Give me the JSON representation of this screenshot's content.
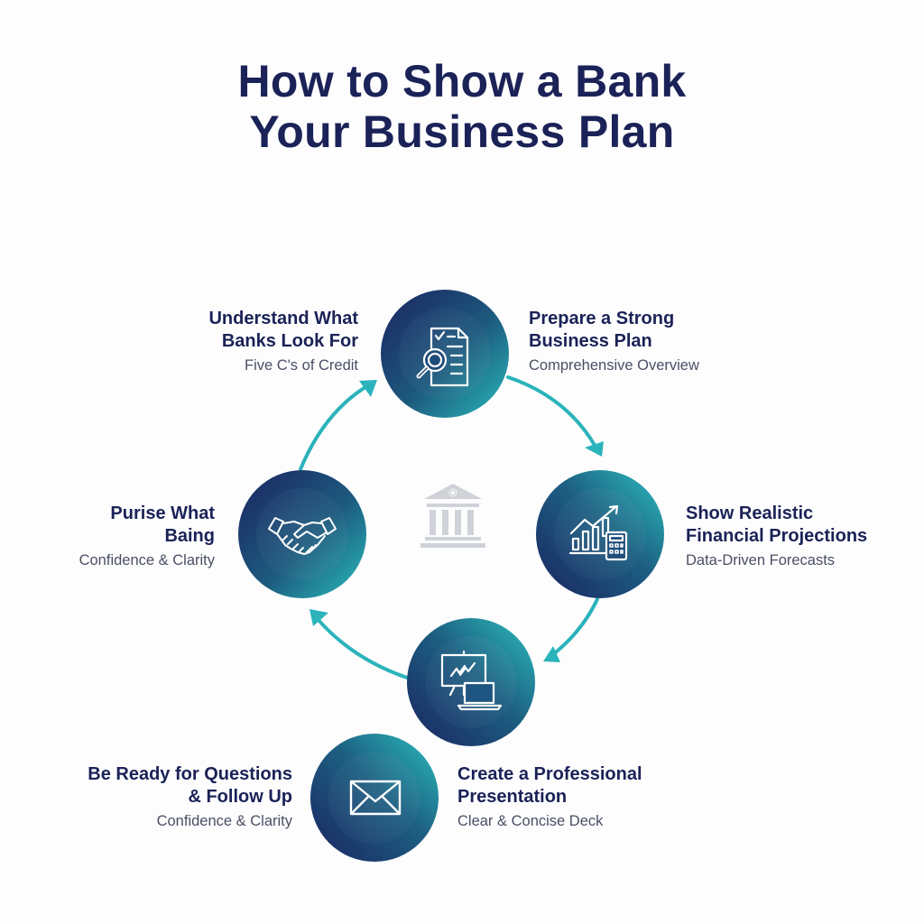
{
  "title": {
    "line1": "How to Show a Bank",
    "line2": "Your Business Plan"
  },
  "colors": {
    "title": "#1a2257",
    "heading": "#1a2257",
    "subtitle": "#4a4f63",
    "arrow": "#2bb3bb",
    "circle_dark": "#1b2a63",
    "circle_teal": "#27b7bb",
    "center_icon": "#c9cdd3"
  },
  "center_icon": "bank-building-icon",
  "steps": [
    {
      "heading_line1": "Understand What",
      "heading_line2": "Banks Look For",
      "subtitle": "Five C's of Credit",
      "icon": "document-magnifier-icon"
    },
    {
      "heading_line1": "Prepare a Strong",
      "heading_line2": "Business Plan",
      "subtitle": "Comprehensive Overview",
      "icon": "document-magnifier-icon"
    },
    {
      "heading_line1": "Show Realistic",
      "heading_line2": "Financial Projections",
      "subtitle": "Data-Driven Forecasts",
      "icon": "chart-calculator-icon"
    },
    {
      "heading_line1": "Create a Professional",
      "heading_line2": "Presentation",
      "subtitle": "Clear & Concise Deck",
      "icon": "presentation-laptop-icon"
    },
    {
      "heading_line1": "Be Ready for Questions",
      "heading_line2": "& Follow Up",
      "subtitle": "Confidence & Clarity",
      "icon": "envelope-icon"
    },
    {
      "heading_line1": "Purise What",
      "heading_line2": "Baing",
      "subtitle": "Confidence & Clarity",
      "icon": "handshake-icon"
    }
  ]
}
